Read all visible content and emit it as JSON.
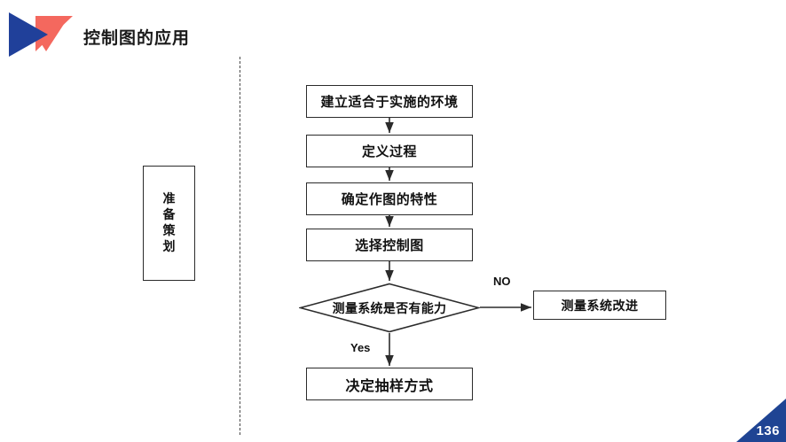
{
  "header": {
    "title": "控制图的应用",
    "logo_name": "company-logo",
    "logo_colors": {
      "blue": "#20409A",
      "red": "#F4685E"
    }
  },
  "phase": {
    "label_chars": [
      "准",
      "备",
      "策",
      "划"
    ],
    "label_full": "准备策划"
  },
  "flow": {
    "nodes": [
      {
        "id": "node-0",
        "shape": "process",
        "text": "建立适合于实施的环境"
      },
      {
        "id": "node-1",
        "shape": "process",
        "text": "定义过程"
      },
      {
        "id": "node-2",
        "shape": "process",
        "text": "确定作图的特性"
      },
      {
        "id": "node-3",
        "shape": "process",
        "text": "选择控制图"
      },
      {
        "id": "node-4",
        "shape": "decision",
        "text": "测量系统是否有能力"
      },
      {
        "id": "node-5",
        "shape": "process",
        "text": "决定抽样方式"
      },
      {
        "id": "node-6",
        "shape": "process",
        "text": "测量系统改进"
      }
    ],
    "edge_labels": {
      "no": "NO",
      "yes": "Yes"
    }
  },
  "footer": {
    "page_number": "136",
    "corner_color": "#1F4493"
  },
  "theme": {
    "line_color": "#2b2b2b",
    "text_color": "#111111",
    "background": "#ffffff"
  }
}
